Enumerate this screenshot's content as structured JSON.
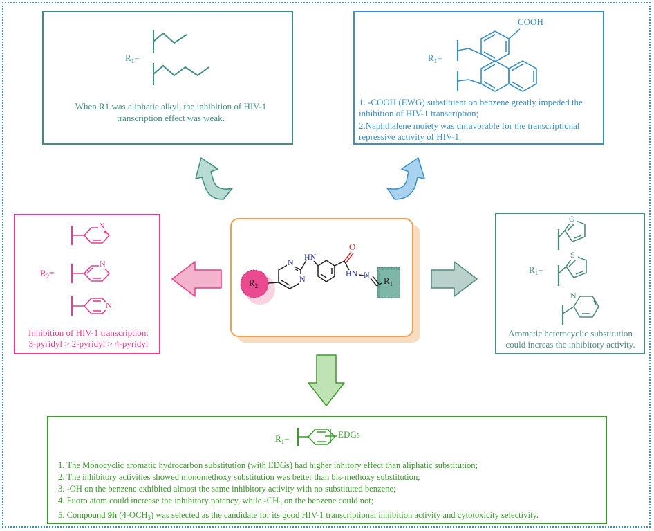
{
  "colors": {
    "border_frame": "#3a8fc8",
    "top_left": "#3f8f80",
    "top_right": "#3a8fc8",
    "left": "#e83d8c",
    "right": "#4d8a7e",
    "bottom": "#3a9a2a",
    "center": "#f0a050"
  },
  "top_left": {
    "r_label": "R",
    "r_sub": "1",
    "r_eq": "=",
    "text": "When R1 was aliphatic alkyl, the inhibition of  HIV-1 transcription effect was weak."
  },
  "top_right": {
    "cooh": "COOH",
    "r_label": "R",
    "r_sub": "1",
    "r_eq": "=",
    "text1": "1. -COOH (EWG) substituent on benzene greatly impeded the inhibition of HIV-1 transcription;",
    "text2": "2.Naphthalene moiety was unfavorable for the transcriptional repressive activity of HIV-1."
  },
  "left": {
    "r_label": "R",
    "r_sub": "2",
    "r_eq": "=",
    "n1": "N",
    "n2": "N",
    "n3": "N",
    "title": "Inhibition of HIV-1 transcription:",
    "order": "3-pyridyl > 2-pyridyl > 4-pyridyl"
  },
  "right": {
    "r_label": "R",
    "r_sub": "1",
    "r_eq": "=",
    "o": "O",
    "s": "S",
    "n": "N",
    "text": "Aromatic heterocyclic substitution could increas the inhibitory activity."
  },
  "center": {
    "hn": "HN",
    "o": "O",
    "hn2": "HN",
    "n_imine": "N",
    "n_py1": "N",
    "n_py2": "N",
    "r2": "R",
    "r2_sub": "2",
    "r1": "R",
    "r1_sub": "1"
  },
  "bottom": {
    "r_label": "R",
    "r_sub": "1",
    "r_eq": "=",
    "edgs": "EDGs",
    "line1": "1. The Monocyclic aromatic hydrocarbon substitution (with EDGs) had higher inhitory effect than aliphatic substitution;",
    "line2": "2. The inhibitory activities showed monomethoxy substitution was better than bis-methoxy substitution;",
    "line3": "3. -OH on the benzene exhibited almost the same inhibitory activity with no substituted benzene;",
    "line4a": "4. Fuoro atom could increase the inhibitory potency, while -CH",
    "line4sub": "3",
    "line4b": " on the benzene could not;",
    "line5a": "5. Compound ",
    "line5bold": "9h",
    "line5b": " (4-OCH",
    "line5sub": "3",
    "line5c": ") was selected as the candidate for its  good  HIV-1 transcriptional inhibition activity and cytotoxicity selectivity."
  }
}
